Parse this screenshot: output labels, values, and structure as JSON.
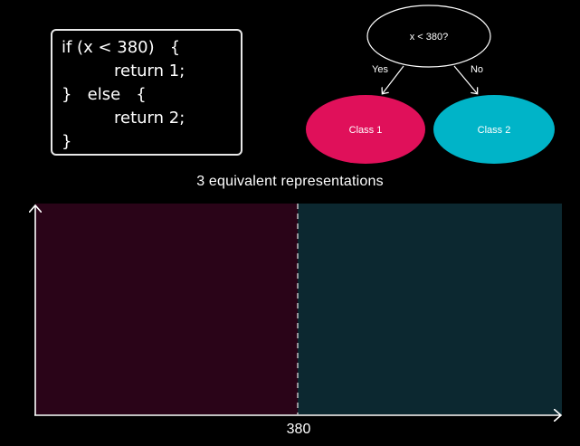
{
  "code": {
    "lines": [
      "if (x < 380)   {",
      "return 1;",
      "}   else   {",
      "return 2;",
      "}"
    ]
  },
  "tree": {
    "root_label": "x < 380?",
    "yes_label": "Yes",
    "no_label": "No",
    "leaf_left_label": "Class 1",
    "leaf_right_label": "Class 2",
    "colors": {
      "class1": "#e0105a",
      "class2": "#00b4c8"
    }
  },
  "caption": "3 equivalent representations",
  "plot": {
    "threshold_label": "380",
    "region_colors": {
      "left": "#2a0418",
      "right": "#0c2830"
    }
  }
}
